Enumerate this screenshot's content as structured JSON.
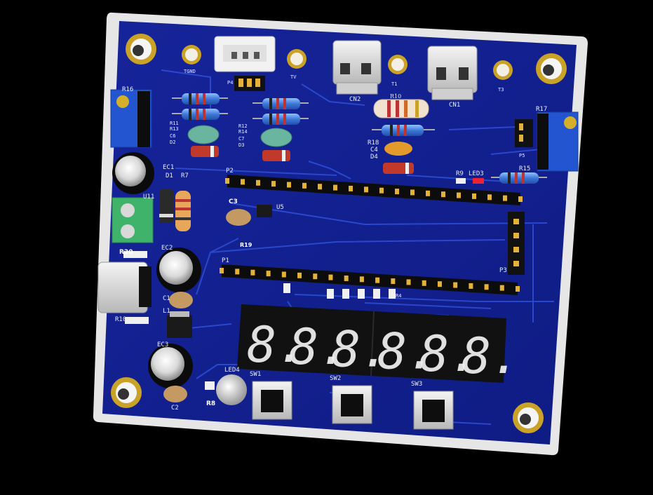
{
  "scene": {
    "background_color": "#000000",
    "board_color": "#12208f",
    "board_edge_color": "#dcdcdc",
    "trace_color": "#2b4ad6",
    "copper_color": "#c9a227",
    "display_segment_color": "#f2f2f2"
  },
  "labels": {
    "r16": "R16",
    "r17": "R17",
    "u11": "U11",
    "ec1": "EC1",
    "d1": "D1",
    "r7": "R7",
    "ec2": "EC2",
    "r20": "R20",
    "r10": "R10",
    "c1": "C1",
    "l1": "L1",
    "ec3": "EC3",
    "c2": "C2",
    "r8": "R8",
    "led4": "LED4",
    "sw1": "SW1",
    "sw2": "SW2",
    "sw3": "SW3",
    "c3": "C3",
    "r19": "R19",
    "u5": "U5",
    "p2": "P2",
    "p1": "P1",
    "p3": "P3",
    "r9": "R9",
    "led3": "LED3",
    "r15": "R15",
    "r18": "R18",
    "c4": "C4",
    "d4": "D4",
    "r10b": "R10",
    "cn2": "CN2",
    "cn1": "CN1",
    "t1": "T1",
    "t3": "T3",
    "tgnd": "TGND",
    "tv": "TV",
    "p4": "P4",
    "p5": "P5",
    "r11": "R11",
    "r13": "R13",
    "c6": "C6",
    "d2": "D2",
    "r12": "R12",
    "r14": "R14",
    "c7": "C7",
    "d3": "D3",
    "r4": "R4"
  },
  "display": {
    "digits": [
      "8.",
      "8.",
      "8.",
      "8.",
      "8.",
      "8."
    ]
  }
}
